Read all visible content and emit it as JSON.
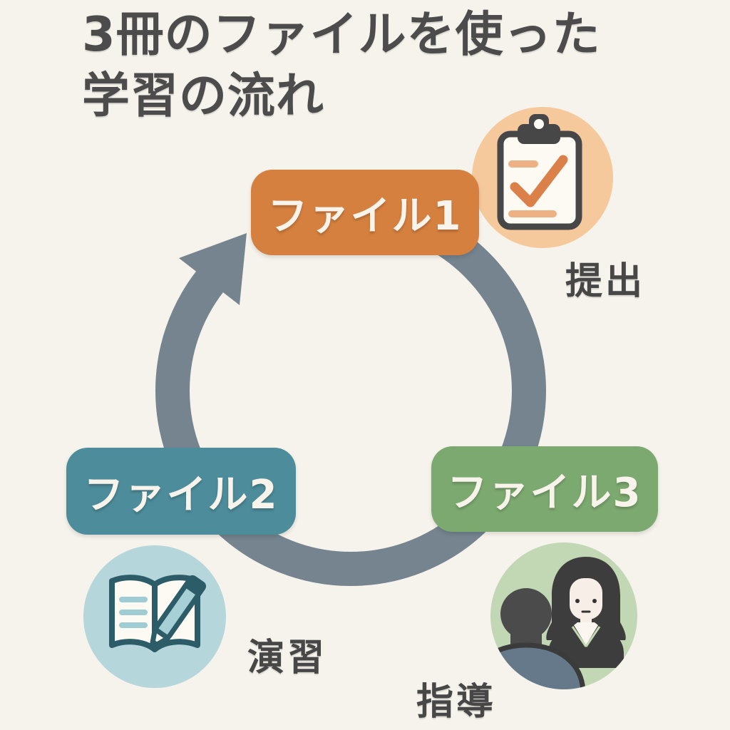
{
  "title": {
    "line1": "3冊のファイルを使った",
    "line2": "学習の流れ"
  },
  "diagram": {
    "type": "cycle",
    "cycle": {
      "direction": "clockwise",
      "arrow_color": "#75848f"
    },
    "nodes": [
      {
        "id": "file1",
        "label": "ファイル1",
        "color": "#d5803f",
        "position": "top"
      },
      {
        "id": "file2",
        "label": "ファイル2",
        "color": "#4d8c9a",
        "position": "bottom-left"
      },
      {
        "id": "file3",
        "label": "ファイル3",
        "color": "#7ca970",
        "position": "bottom-right"
      }
    ],
    "steps": [
      {
        "id": "submission",
        "label": "提出",
        "icon": "clipboard-check-icon",
        "badge_color": "#f5c99c",
        "position": "top-right"
      },
      {
        "id": "practice",
        "label": "演習",
        "icon": "book-pencil-icon",
        "badge_color": "#b5d6da",
        "position": "bottom-left"
      },
      {
        "id": "guidance",
        "label": "指導",
        "icon": "people-discussion-icon",
        "badge_color": "#c2d8b4",
        "position": "bottom-right"
      }
    ]
  },
  "colors": {
    "background": "#f6f3ec",
    "title_text": "#4c4c4c",
    "label_text": "#474747",
    "node_text": "#f8f4ec",
    "icon_outline": "#474747",
    "accent_orange": "#db8048",
    "accent_teal": "#2c5c68"
  }
}
